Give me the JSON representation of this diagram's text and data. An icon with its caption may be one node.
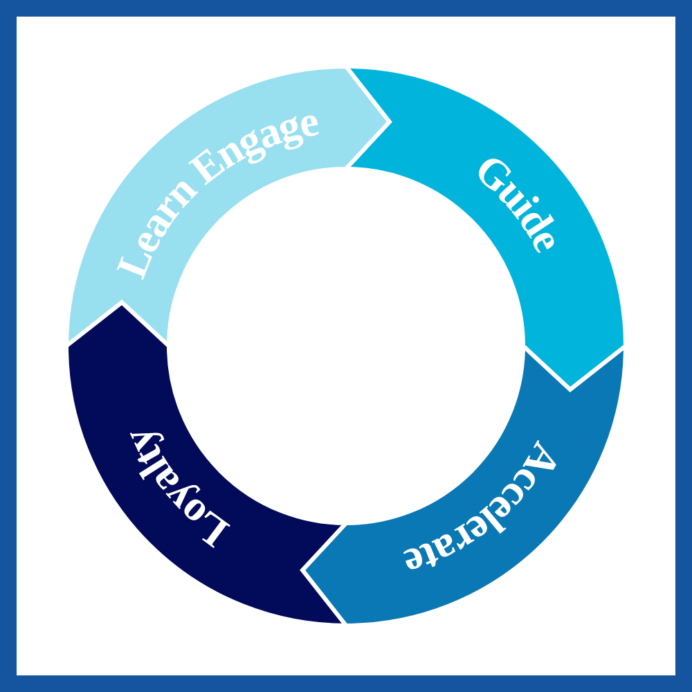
{
  "diagram": {
    "nodes": [
      {
        "text": [
          "Learn Engage"
        ]
      },
      {
        "text": [
          "Guide"
        ]
      },
      {
        "text": [
          "Accelerate"
        ]
      },
      {
        "text": [
          "Loyalty"
        ]
      }
    ]
  }
}
